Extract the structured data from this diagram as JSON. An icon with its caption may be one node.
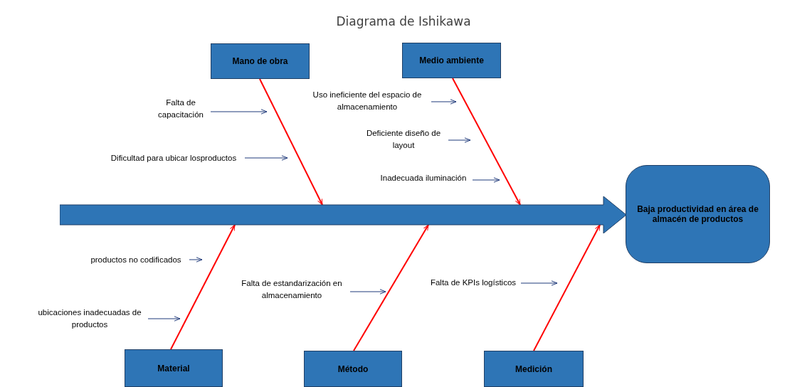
{
  "diagram": {
    "title": "Diagrama de Ishikawa",
    "nodes": [
      {
        "text": [
          "Mano de obra"
        ]
      },
      {
        "text": [
          "Medio ambiente"
        ]
      },
      {
        "text": [
          "Material"
        ]
      },
      {
        "text": [
          "Método"
        ]
      },
      {
        "text": [
          "Medición"
        ]
      },
      {
        "text": [
          "Baja productividad en área de almacén de productos"
        ]
      },
      {
        "text": [],
        "shape": "arrow"
      },
      {
        "text": [
          "Falta de capacitación"
        ]
      },
      {
        "text": [
          "Dificultad para ubicar losproductos"
        ]
      },
      {
        "text": [
          "Uso ineficiente del espacio de almacenamiento"
        ]
      },
      {
        "text": [
          "Deficiente diseño de layout"
        ]
      },
      {
        "text": [
          "Inadecuada iluminación"
        ]
      },
      {
        "text": [
          "productos no codificados"
        ]
      },
      {
        "text": [
          "ubicaciones inadecuadas de productos"
        ]
      },
      {
        "text": [
          "Falta de estandarización en almacenamiento"
        ]
      },
      {
        "text": [
          "Falta de KPIs logísticos"
        ]
      }
    ],
    "edges": [
      {
        "from": 0,
        "to": 6,
        "arrow": "to",
        "color": "#ff0000"
      },
      {
        "from": 1,
        "to": 6,
        "arrow": "to",
        "color": "#ff0000"
      },
      {
        "from": 2,
        "to": 6,
        "arrow": "to",
        "color": "#ff0000"
      },
      {
        "from": 3,
        "to": 6,
        "arrow": "to",
        "color": "#ff0000"
      },
      {
        "from": 4,
        "to": 6,
        "arrow": "to",
        "color": "#ff0000"
      },
      {
        "from": 7,
        "to": null,
        "arrow": "to"
      },
      {
        "from": 8,
        "to": null,
        "arrow": "to"
      },
      {
        "from": 9,
        "to": null,
        "arrow": "to"
      },
      {
        "from": 10,
        "to": null,
        "arrow": "to"
      },
      {
        "from": 11,
        "to": null,
        "arrow": "to"
      },
      {
        "from": 12,
        "to": null,
        "arrow": "to"
      },
      {
        "from": 13,
        "to": null,
        "arrow": "to"
      },
      {
        "from": 14,
        "to": null,
        "arrow": "to"
      },
      {
        "from": 15,
        "to": null,
        "arrow": "to"
      }
    ]
  }
}
